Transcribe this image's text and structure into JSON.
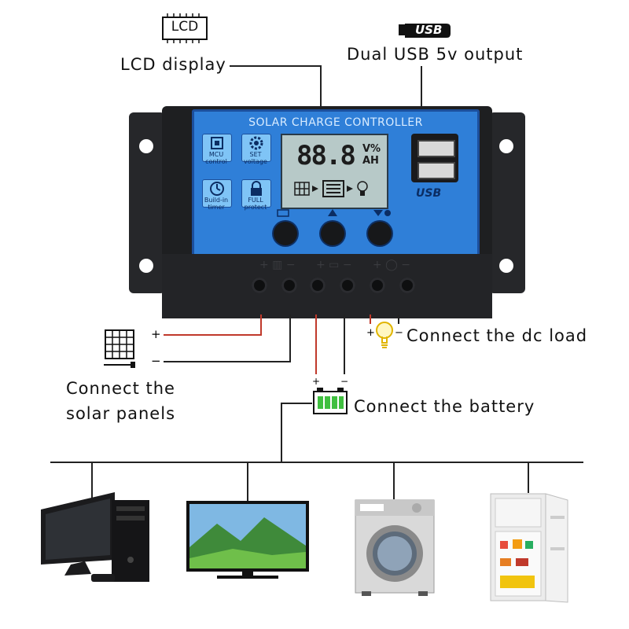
{
  "callouts": {
    "lcd_icon_text": "LCD",
    "lcd_display": "LCD display",
    "usb_icon_text": "USB",
    "usb_output": "Dual USB 5v output",
    "dc_load": "Connect the dc load",
    "solar_line1": "Connect the",
    "solar_line2": "solar panels",
    "battery": "Connect the battery"
  },
  "controller": {
    "title": "SOLAR CHARGE CONTROLLER",
    "lcd_value": "88.8",
    "lcd_units_top": "V%",
    "lcd_units_bottom": "AH",
    "usb_label": "USB",
    "icons": [
      {
        "name": "mcu",
        "line1": "MCU",
        "line2": "control"
      },
      {
        "name": "set",
        "line1": "SET",
        "line2": "voltage"
      },
      {
        "name": "timer",
        "line1": "Build-in",
        "line2": "timer"
      },
      {
        "name": "protect",
        "line1": "FULL",
        "line2": "protect"
      }
    ]
  },
  "polarity": {
    "plus": "+",
    "minus": "−"
  },
  "appliances": [
    "computer",
    "television",
    "washing-machine",
    "refrigerator"
  ],
  "colors": {
    "panel_blue": "#2f7fd8",
    "wire_red": "#c0392b",
    "battery_green": "#3fbf3f"
  }
}
